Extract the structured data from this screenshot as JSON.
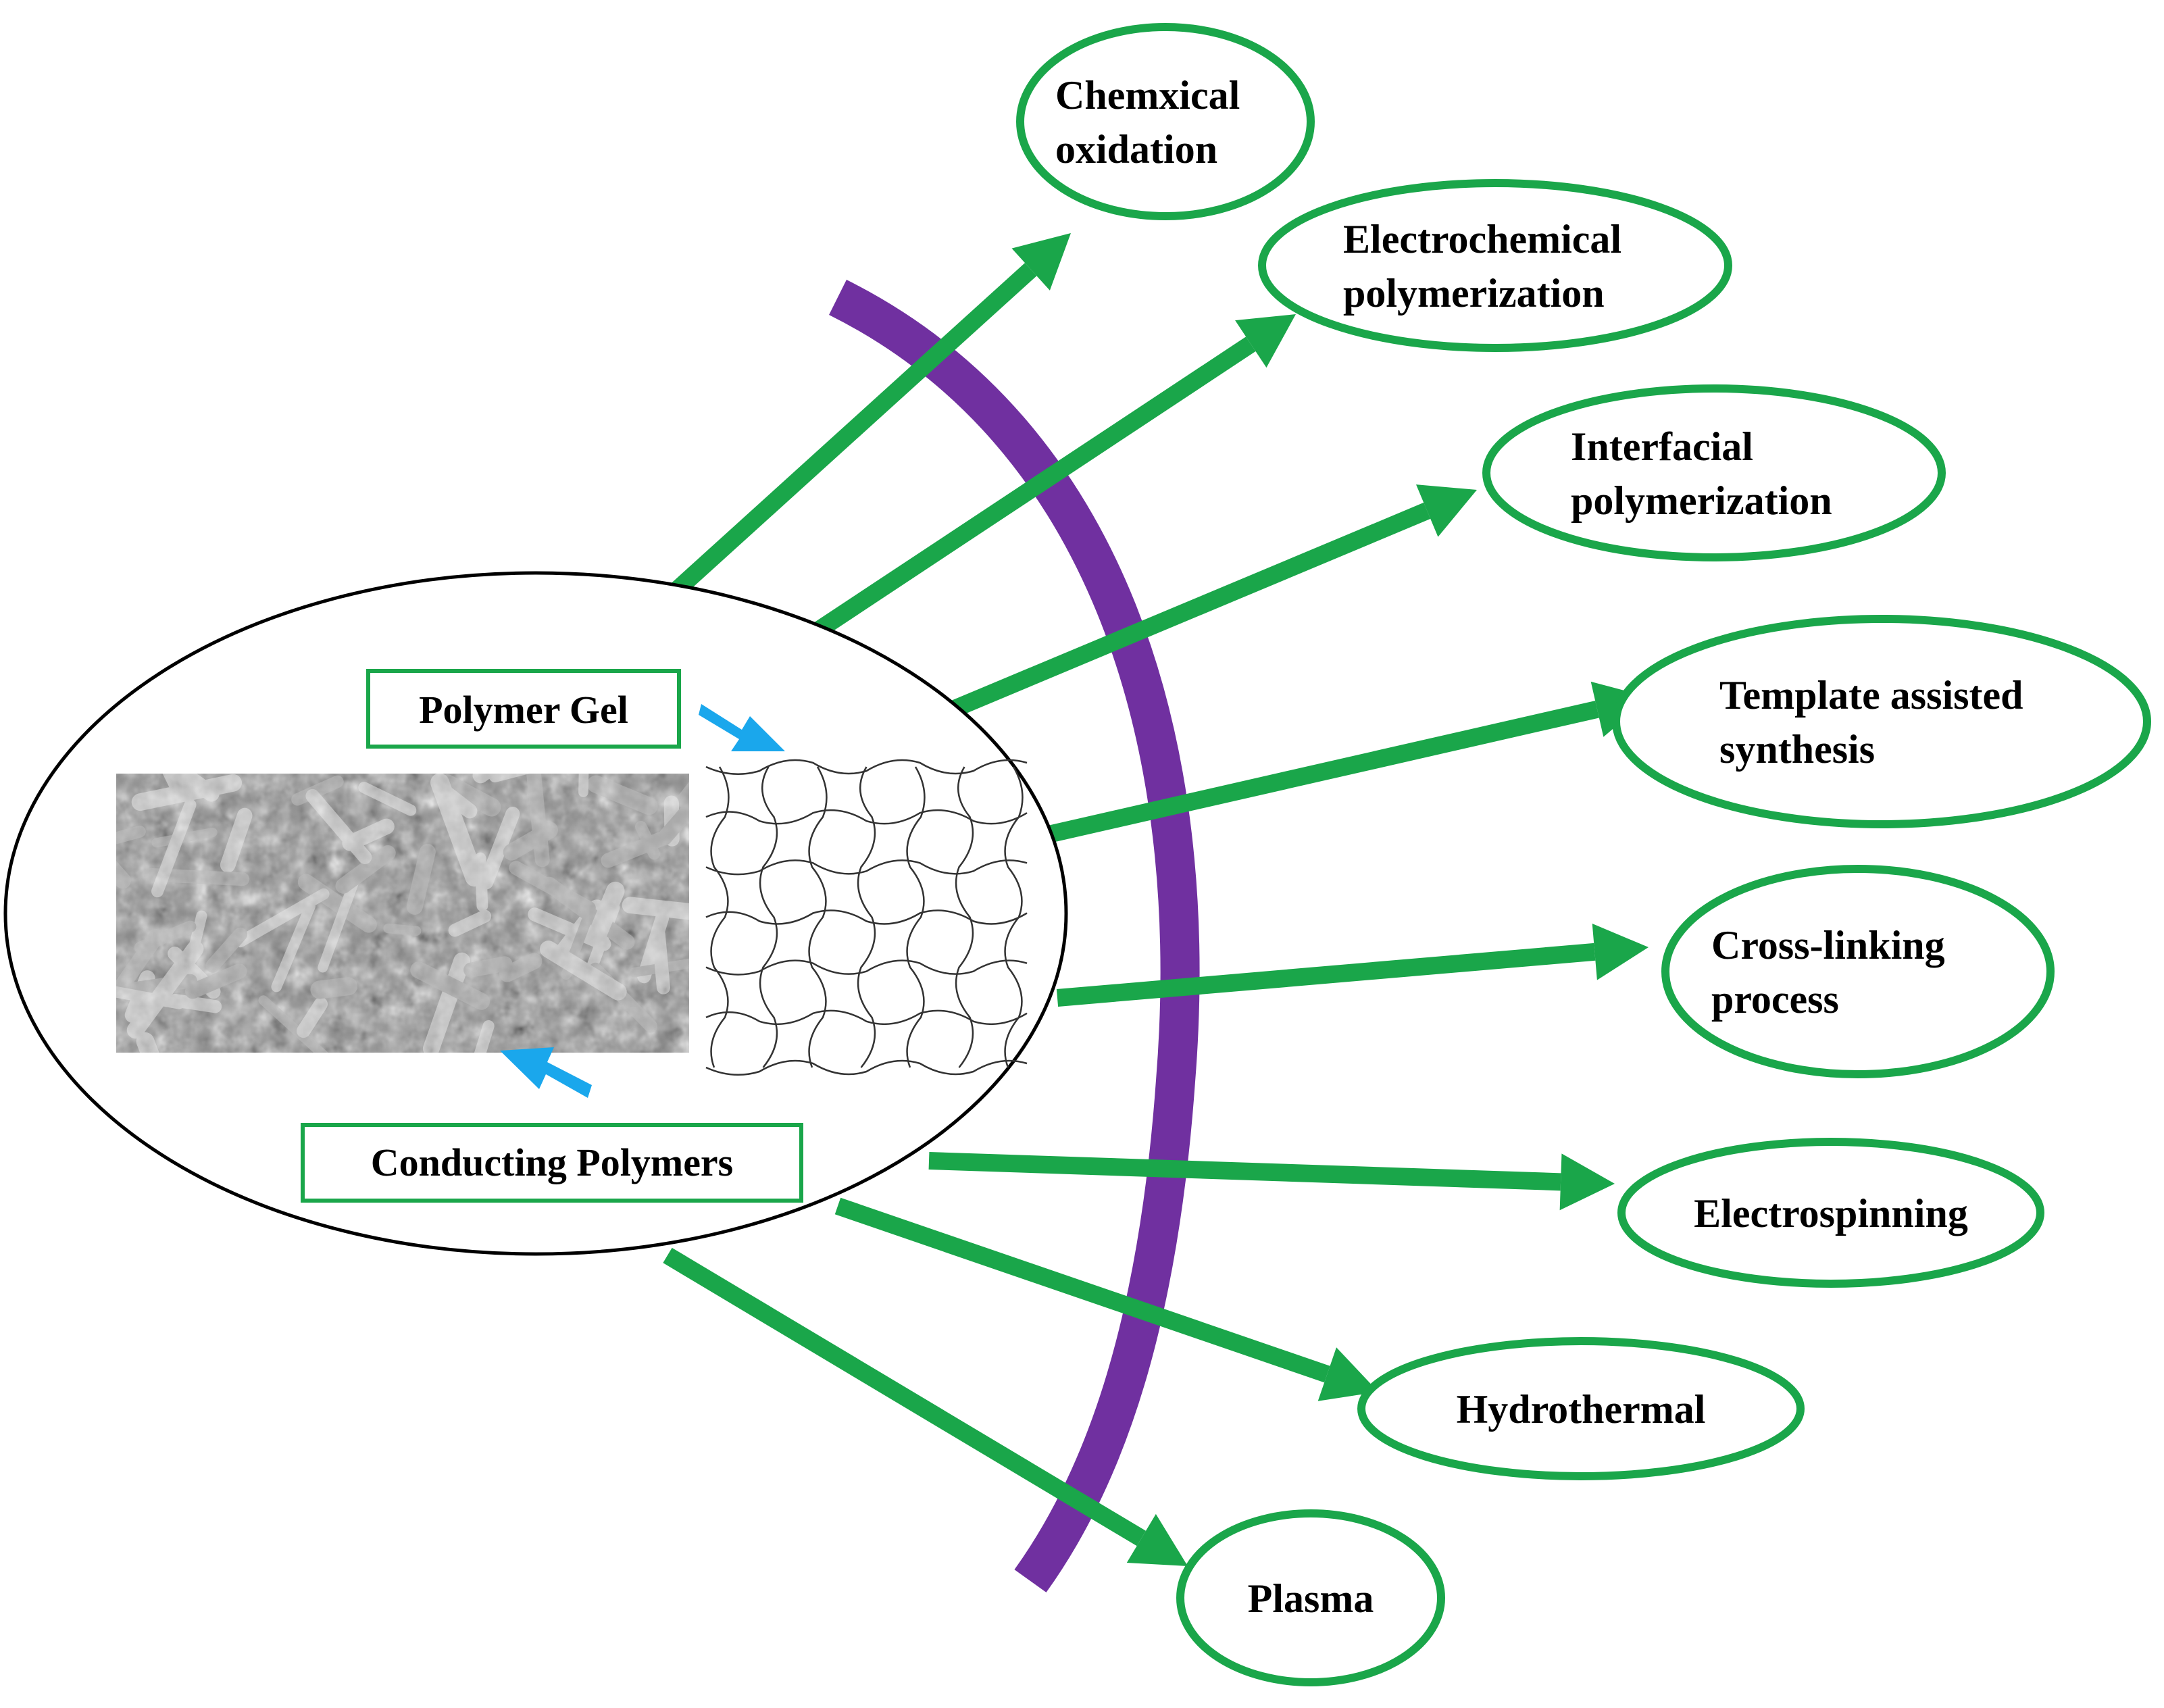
{
  "colors": {
    "green": "#1aa64a",
    "purple": "#7030a0",
    "blue_arrow": "#1aa7ec",
    "ellipse_stroke": "#000000",
    "mesh_line": "#333333"
  },
  "center": {
    "polymer_gel_label": "Polymer Gel",
    "conducting_polymers_label": "Conducting Polymers",
    "sem_image_icon": "sem-micrograph-image",
    "network_icon": "polymer-network-mesh"
  },
  "methods": [
    {
      "id": "chemical-oxidation",
      "lines": [
        "Chemxical",
        "oxidation"
      ]
    },
    {
      "id": "electrochemical-polymerization",
      "lines": [
        "Electrochemical",
        "polymerization"
      ]
    },
    {
      "id": "interfacial-polymerization",
      "lines": [
        "Interfacial",
        "polymerization"
      ]
    },
    {
      "id": "template-assisted-synthesis",
      "lines": [
        "Template assisted",
        "synthesis"
      ]
    },
    {
      "id": "cross-linking-process",
      "lines": [
        "Cross-linking",
        "process"
      ]
    },
    {
      "id": "electrospinning",
      "lines": [
        "Electrospinning"
      ]
    },
    {
      "id": "hydrothermal",
      "lines": [
        "Hydrothermal"
      ]
    },
    {
      "id": "plasma",
      "lines": [
        "Plasma"
      ]
    }
  ]
}
